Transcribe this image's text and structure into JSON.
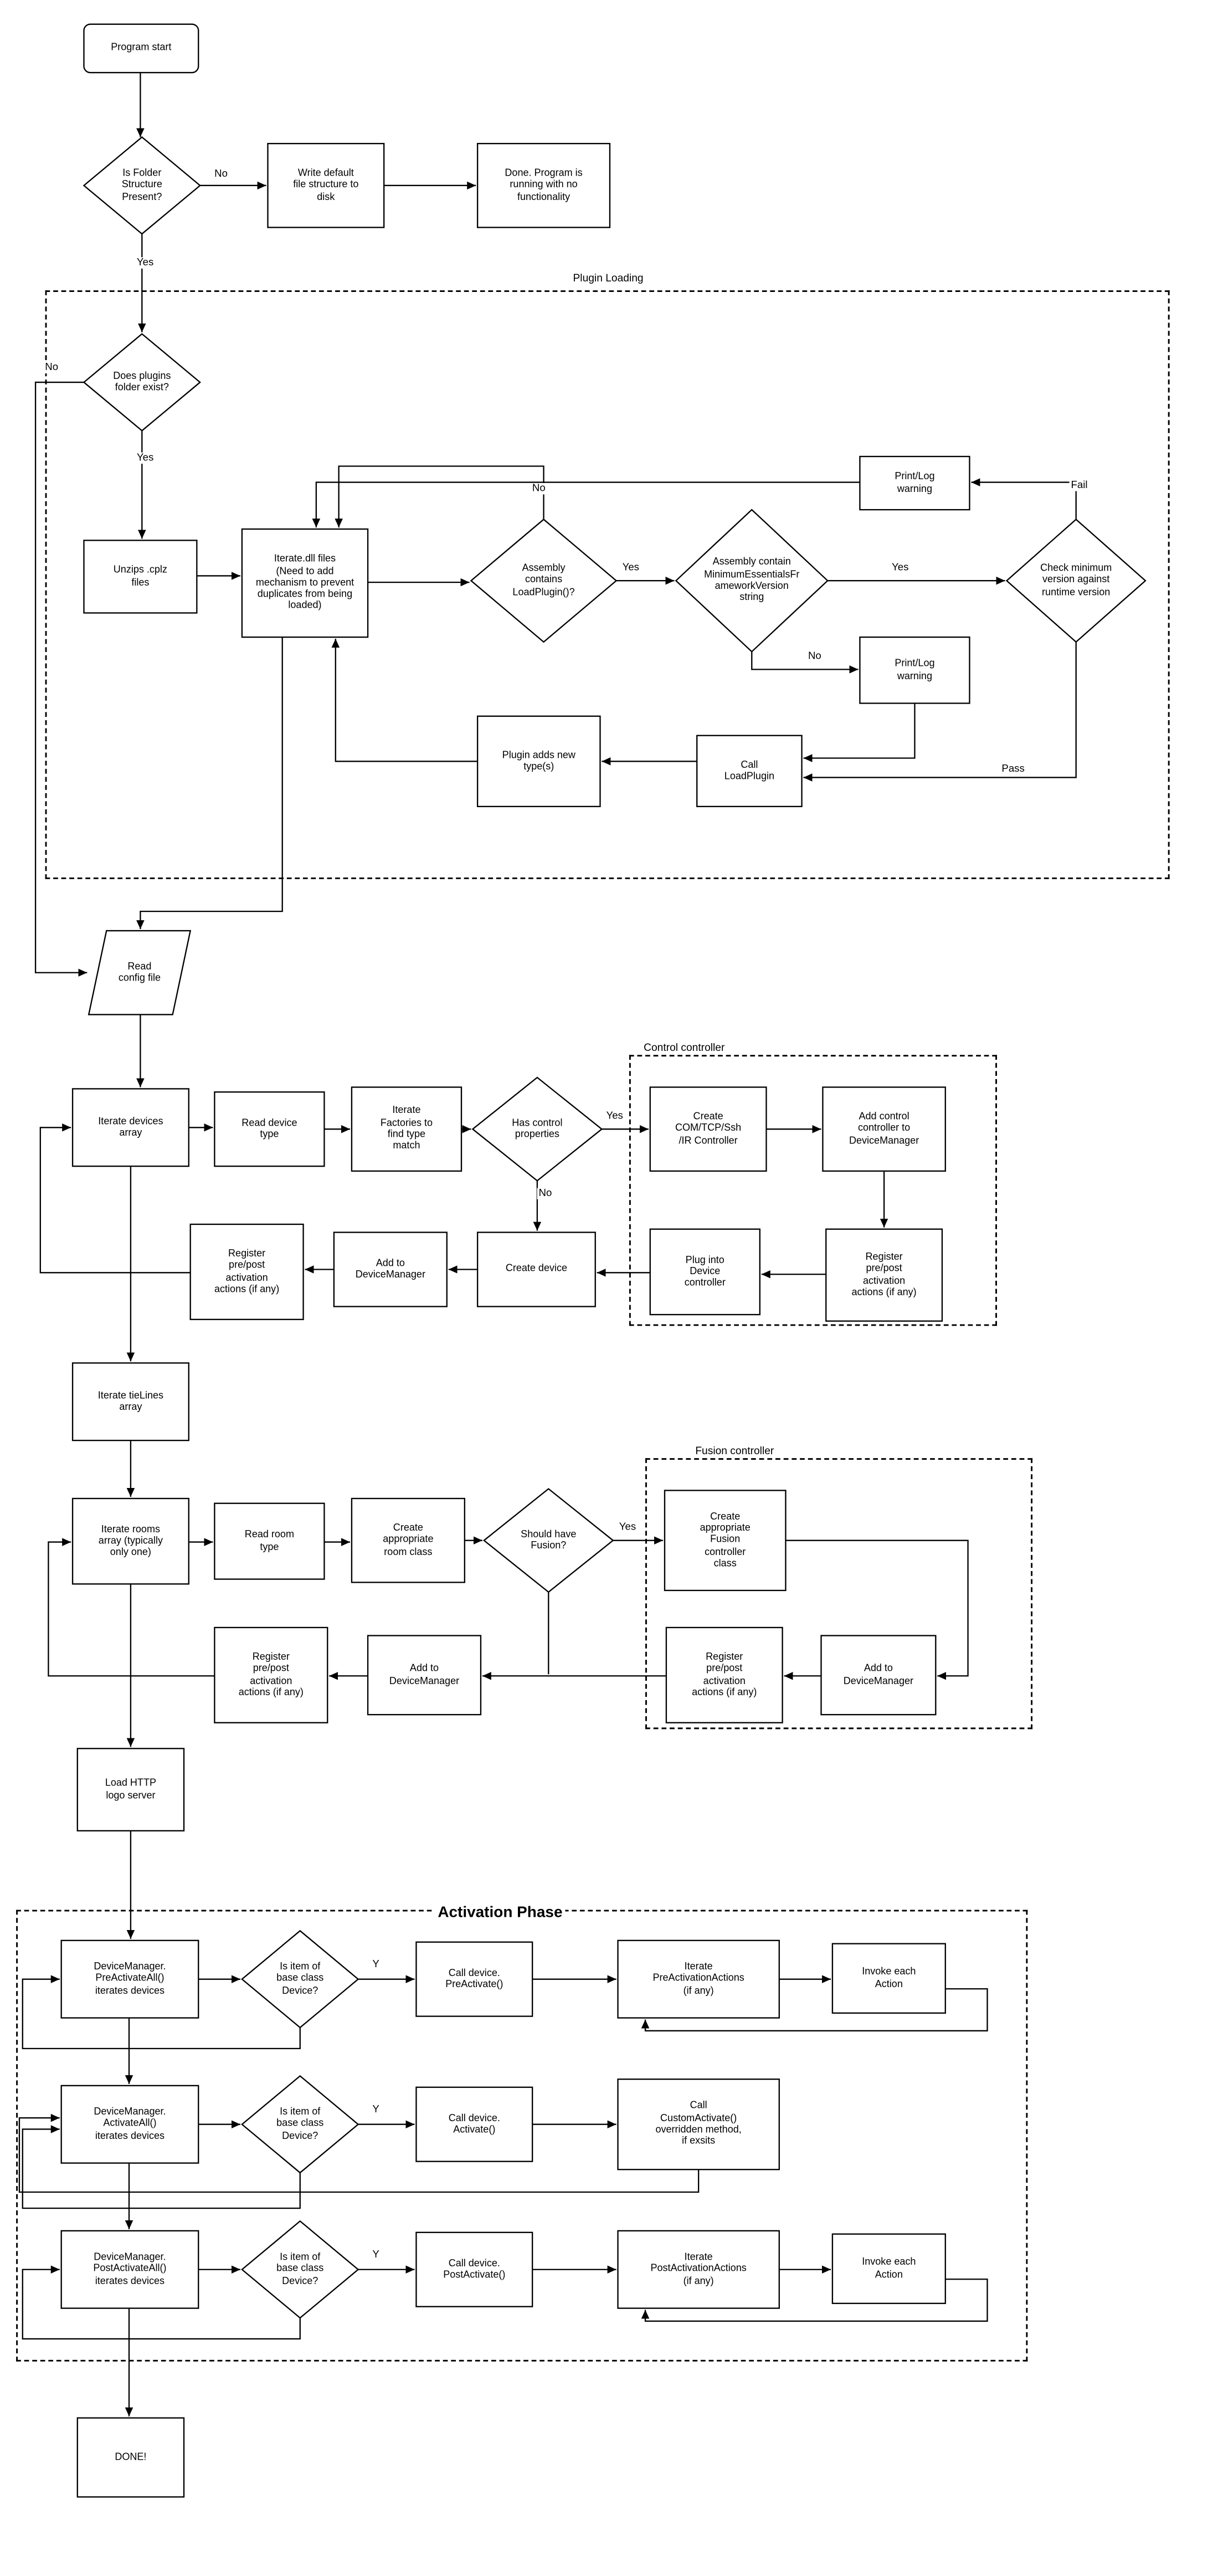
{
  "meta": {
    "colors": {
      "stroke": "#000000",
      "background": "#ffffff"
    }
  },
  "containers": {
    "plugin_loading": "Plugin Loading",
    "control_controller": "Control controller",
    "fusion_controller": "Fusion controller",
    "activation_phase": "Activation Phase"
  },
  "nodes": {
    "program_start": "Program start",
    "is_folder_structure": "Is Folder\nStructure\nPresent?",
    "write_default": "Write default\nfile structure to\ndisk",
    "done_no_functionality": "Done.  Program is\nrunning with no\nfunctionality",
    "plugins_folder_exist": "Does plugins\nfolder exist?",
    "unzips_cplz": "Unzips .cplz\nfiles",
    "iterate_dll": "Iterate.dll files\n(Need to add\nmechanism to prevent\nduplicates from being\nloaded)",
    "assembly_loadplugin": "Assembly\ncontains\nLoadPlugin()?",
    "assembly_minimum": "Assembly contain\nMinimumEssentialsFr\nameworkVersion\nstring",
    "check_min_version": "Check minimum\nversion against\nruntime version",
    "printlog_warning_1": "Print/Log\nwarning",
    "printlog_warning_2": "Print/Log\nwarning",
    "call_loadplugin": "Call\nLoadPlugin",
    "plugin_adds_types": "Plugin adds new\ntype(s)",
    "read_config": "Read\nconfig file",
    "iterate_devices": "Iterate devices\narray",
    "read_device_type": "Read device\ntype",
    "iterate_factories": "Iterate\nFactories to\nfind type\nmatch",
    "has_control_props": "Has control\nproperties",
    "create_com_controller": "Create\nCOM/TCP/Ssh\n/IR Controller",
    "add_control_controller": "Add control\ncontroller to\nDeviceManager",
    "register_ctrl_actions": "Register\npre/post\nactivation\nactions (if any)",
    "plug_into_device": "Plug into\nDevice\ncontroller",
    "create_device": "Create device",
    "add_to_dm_device": "Add to\nDeviceManager",
    "register_device_actions": "Register\npre/post\nactivation\nactions (if any)",
    "iterate_tielines": "Iterate tieLines\narray",
    "iterate_rooms": "Iterate rooms\narray (typically\nonly one)",
    "read_room_type": "Read room\ntype",
    "create_room_class": "Create\nappropriate\nroom class",
    "should_have_fusion": "Should have\nFusion?",
    "create_fusion": "Create\nappropriate\nFusion\ncontroller\nclass",
    "register_fusion_actions": "Register\npre/post\nactivation\nactions (if any)",
    "add_to_dm_fusion": "Add to\nDeviceManager",
    "add_to_dm_room": "Add to\nDeviceManager",
    "register_room_actions": "Register\npre/post\nactivation\nactions (if any)",
    "load_http_logo": "Load HTTP\nlogo server",
    "dm_preactivate": "DeviceManager.\nPreActivateAll()\niterates devices",
    "is_base_class_1": "Is item of\nbase class\nDevice?",
    "call_preactivate": "Call device.\nPreActivate()",
    "iterate_preactions": "Iterate\nPreActivationActions\n(if any)",
    "invoke_action_1": "Invoke each\nAction",
    "dm_activate": "DeviceManager.\nActivateAll()\niterates devices",
    "is_base_class_2": "Is item of\nbase class\nDevice?",
    "call_activate": "Call device.\nActivate()",
    "call_custom_activate": "Call\nCustomActivate()\noverridden method,\nif exsits",
    "dm_postactivate": "DeviceManager.\nPostActivateAll()\niterates devices",
    "is_base_class_3": "Is item of\nbase class\nDevice?",
    "call_postactivate": "Call device.\nPostActivate()",
    "iterate_postactions": "Iterate\nPostActivationActions\n(if any)",
    "invoke_action_2": "Invoke each\nAction",
    "done": "DONE!"
  },
  "edge_labels": {
    "no1": "No",
    "yes1": "Yes",
    "no2": "No",
    "yes2": "Yes",
    "no3": "No",
    "yes3": "Yes",
    "yes4": "Yes",
    "fail": "Fail",
    "no4": "No",
    "pass": "Pass",
    "yes5": "Yes",
    "no5": "No",
    "yes6": "Yes",
    "y1": "Y",
    "y2": "Y",
    "y3": "Y"
  }
}
